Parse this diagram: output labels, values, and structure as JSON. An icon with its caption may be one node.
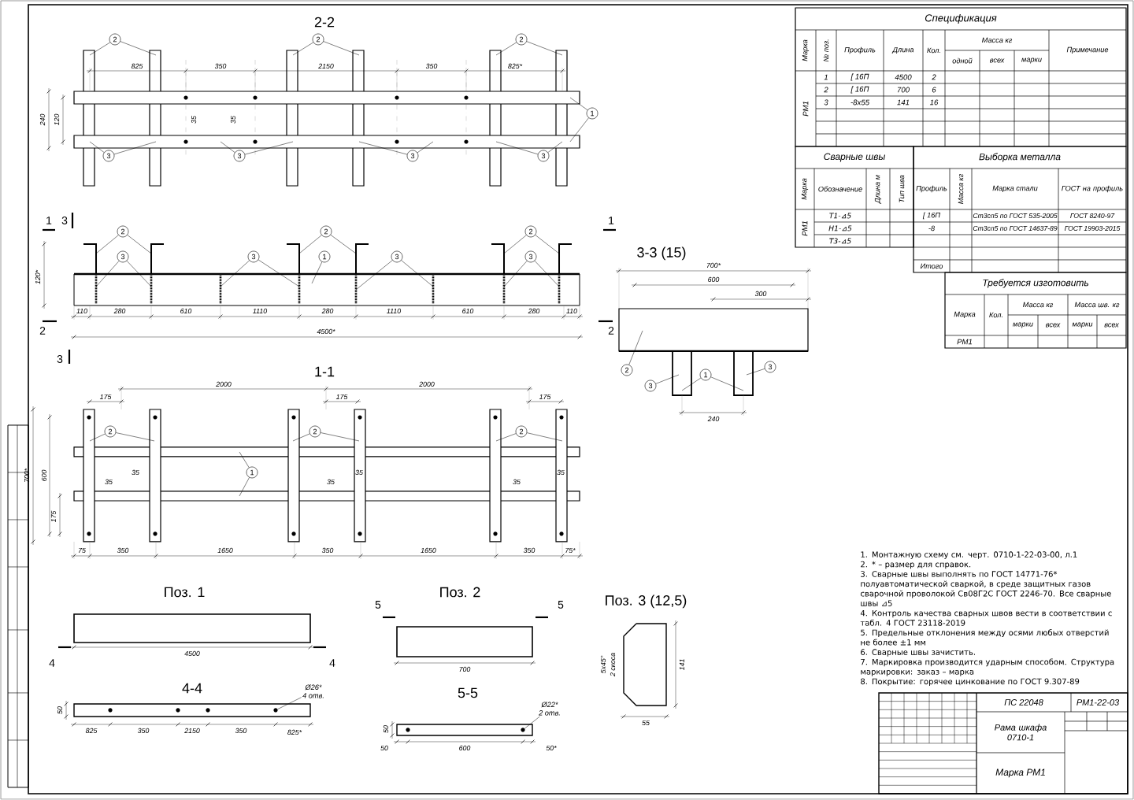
{
  "diagram": {
    "nodes": [
      {
        "text": [
          "2"
        ]
      },
      {
        "text": [
          "2"
        ]
      },
      {
        "text": [
          "2"
        ]
      },
      {
        "text": [
          "1"
        ]
      },
      {
        "text": [
          "3"
        ]
      },
      {
        "text": [
          "3"
        ]
      },
      {
        "text": [
          "3"
        ]
      },
      {
        "text": [
          "3"
        ]
      },
      {
        "text": [
          "2"
        ]
      },
      {
        "text": [
          "2"
        ]
      },
      {
        "text": [
          "2"
        ]
      },
      {
        "text": [
          "3"
        ]
      },
      {
        "text": [
          "3"
        ]
      },
      {
        "text": [
          "1"
        ]
      },
      {
        "text": [
          "3"
        ]
      },
      {
        "text": [
          "3"
        ]
      },
      {
        "text": [
          "2"
        ]
      },
      {
        "text": [
          "2"
        ]
      },
      {
        "text": [
          "2"
        ]
      },
      {
        "text": [
          "1"
        ]
      },
      {
        "text": [
          "2"
        ]
      },
      {
        "text": [
          "3"
        ]
      },
      {
        "text": [
          "1"
        ]
      },
      {
        "text": [
          "3"
        ]
      },
      {
        "text": [
          "Ø26*",
          "4 отв."
        ]
      },
      {
        "text": [
          "Ø22*",
          "2 отв."
        ]
      },
      {
        "text": [],
        "shape": "circle"
      },
      {
        "text": [],
        "shape": "circle"
      }
    ],
    "edges": [
      {
        "from": 0,
        "to": null,
        "arrow": "none"
      },
      {
        "from": 0,
        "to": null,
        "arrow": "none"
      },
      {
        "from": 1,
        "to": null,
        "arrow": "none"
      },
      {
        "from": 1,
        "to": null,
        "arrow": "none"
      },
      {
        "from": 2,
        "to": null,
        "arrow": "none"
      },
      {
        "from": 2,
        "to": null,
        "arrow": "none"
      },
      {
        "from": 3,
        "to": null,
        "arrow": "none"
      },
      {
        "from": 3,
        "to": null,
        "arrow": "none"
      },
      {
        "from": 4,
        "to": null,
        "arrow": "none"
      },
      {
        "from": 4,
        "to": null,
        "arrow": "none"
      },
      {
        "from": 5,
        "to": null,
        "arrow": "none"
      },
      {
        "from": 5,
        "to": null,
        "arrow": "none"
      },
      {
        "from": 6,
        "to": null,
        "arrow": "none"
      },
      {
        "from": 6,
        "to": null,
        "arrow": "none"
      },
      {
        "from": 7,
        "to": null,
        "arrow": "none"
      },
      {
        "from": 7,
        "to": null,
        "arrow": "none"
      },
      {
        "from": 8,
        "to": null,
        "arrow": "none"
      },
      {
        "from": 8,
        "to": null,
        "arrow": "none"
      },
      {
        "from": 9,
        "to": null,
        "arrow": "none"
      },
      {
        "from": 9,
        "to": null,
        "arrow": "none"
      },
      {
        "from": 10,
        "to": null,
        "arrow": "none"
      },
      {
        "from": 10,
        "to": null,
        "arrow": "none"
      },
      {
        "from": 11,
        "to": null,
        "arrow": "none"
      },
      {
        "from": 11,
        "to": null,
        "arrow": "none"
      },
      {
        "from": 12,
        "to": null,
        "arrow": "none"
      },
      {
        "from": 12,
        "to": null,
        "arrow": "none"
      },
      {
        "from": 13,
        "to": null,
        "arrow": "none"
      },
      {
        "from": 14,
        "to": null,
        "arrow": "none"
      },
      {
        "from": 14,
        "to": null,
        "arrow": "none"
      },
      {
        "from": 15,
        "to": null,
        "arrow": "none"
      },
      {
        "from": 15,
        "to": null,
        "arrow": "none"
      },
      {
        "from": 16,
        "to": null,
        "arrow": "none"
      },
      {
        "from": 16,
        "to": null,
        "arrow": "none"
      },
      {
        "from": 17,
        "to": null,
        "arrow": "none"
      },
      {
        "from": 17,
        "to": null,
        "arrow": "none"
      },
      {
        "from": 18,
        "to": null,
        "arrow": "none"
      },
      {
        "from": 18,
        "to": null,
        "arrow": "none"
      },
      {
        "from": 19,
        "to": null,
        "arrow": "none"
      },
      {
        "from": 19,
        "to": null,
        "arrow": "none"
      },
      {
        "from": 20,
        "to": null,
        "arrow": "none"
      },
      {
        "from": 21,
        "to": null,
        "arrow": "none"
      },
      {
        "from": 22,
        "to": null,
        "arrow": "none"
      },
      {
        "from": 22,
        "to": null,
        "arrow": "none"
      },
      {
        "from": 23,
        "to": null,
        "arrow": "none"
      },
      {
        "from": 24,
        "to": 26,
        "arrow": "none"
      },
      {
        "from": 25,
        "to": 27,
        "arrow": "none"
      }
    ],
    "labels": [
      "2-2",
      "825",
      "350",
      "2150",
      "350",
      "825*",
      "240",
      "120",
      "35",
      "35",
      "1",
      "3",
      "1",
      "120*",
      "110",
      "280",
      "610",
      "1110",
      "280",
      "1110",
      "610",
      "280",
      "110",
      "2",
      "2",
      "4500*",
      "3",
      "1-1",
      "2000",
      "2000",
      "175",
      "175",
      "175",
      "700*",
      "600",
      "35",
      "35",
      "35",
      "35",
      "35",
      "35",
      "175",
      "75",
      "350",
      "1650",
      "350",
      "1650",
      "350",
      "75*",
      "3-3 (15)",
      "700*",
      "600",
      "300",
      "240",
      "Поз. 1",
      "4500",
      "4",
      "4",
      "4-4",
      "50",
      "825",
      "350",
      "2150",
      "350",
      "825*",
      "Поз. 2",
      "5",
      "5",
      "700",
      "5-5",
      "50",
      "50",
      "600",
      "50*",
      "Поз. 3 (12,5)",
      "5x45°",
      "2 скоса",
      "141",
      "55",
      "Спецификация",
      "Марка",
      "№ поз.",
      "Профиль",
      "Длина",
      "Кол.",
      "Масса кг",
      "одной",
      "всех",
      "марки",
      "Примечание",
      "1",
      "[ 16П",
      "4500",
      "2",
      "2",
      "[ 16П",
      "700",
      "6",
      "3",
      "-8х55",
      "141",
      "16",
      "РМ1",
      "Сварные швы",
      "Выборка металла",
      "Марка",
      "Обозначение",
      "Длина м",
      "Тип шва",
      "Профиль",
      "Масса кг",
      "Марка стали",
      "ГОСТ на профиль",
      "Т1-⊿5",
      "[ 16П",
      "Ст3сп5 по ГОСТ 535-2005",
      "ГОСТ 8240-97",
      "Н1-⊿5",
      "-8",
      "Ст3сп5 по ГОСТ 14637-89",
      "ГОСТ 19903-2015",
      "Т3-⊿5",
      "РМ1",
      "Итого",
      "Требуется изготовить",
      "Марка",
      "Кол.",
      "Масса кг",
      "марки",
      "всех",
      "Масса шв. кг",
      "марки",
      "всех",
      "РМ1",
      "1. Монтажную схему см. черт. 0710-1-22-03-00, л.1",
      "2. * – размер для справок.",
      "3. Сварные швы выполнять по ГОСТ 14771-76* полуавтоматической сваркой, в среде защитных газов сварочной проволокой Св08Г2С ГОСТ 2246-70. Все сварные швы ⊿5",
      "4. Контроль качества сварных швов вести в соответствии с табл. 4 ГОСТ 23118-2019",
      "5. Предельные отклонения между осями любых отверстий не более ±1 мм",
      "6. Сварные швы зачистить.",
      "7. Маркировка производится ударным способом. Структура маркировки: заказ – марка",
      "8. Покрытие: горячее цинкование по ГОСТ 9.307-89",
      "ПС 22048",
      "РМ1-22-03",
      "Рама шкафа 0710-1",
      "Марка РМ1"
    ]
  }
}
